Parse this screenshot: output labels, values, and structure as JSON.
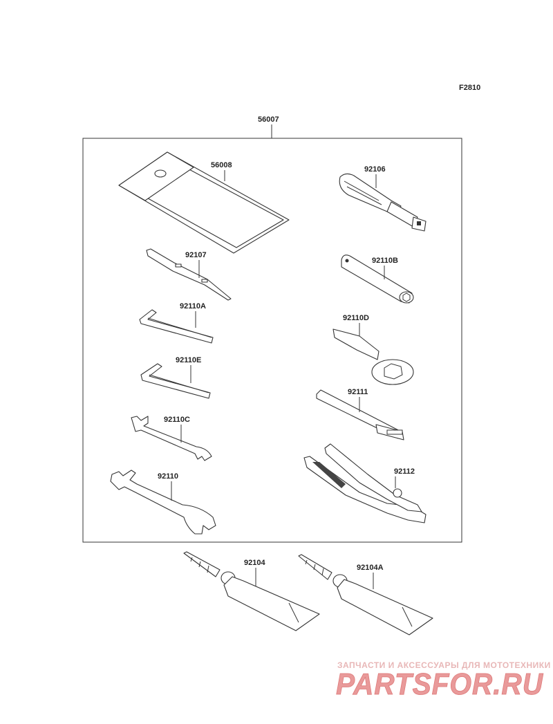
{
  "figure_code": "F2810",
  "assembly_label": "56007",
  "labels": {
    "pouch": "56008",
    "screwdriver_handle": "92106",
    "screwdriver_bit": "92107",
    "box_wrench": "92110B",
    "hex_key_a": "92110A",
    "ring_spanner": "92110D",
    "hex_key_e": "92110E",
    "extension_bar": "92111",
    "open_wrench_c": "92110C",
    "pliers": "92112",
    "open_wrench": "92110",
    "grease_tube": "92104",
    "grease_tube_a": "92104A"
  },
  "watermark": {
    "caption": "ЗАПЧАСТИ И АКСЕССУАРЫ ДЛЯ МОТОТЕХНИКИ",
    "brand": "PARTSFOR.RU"
  }
}
